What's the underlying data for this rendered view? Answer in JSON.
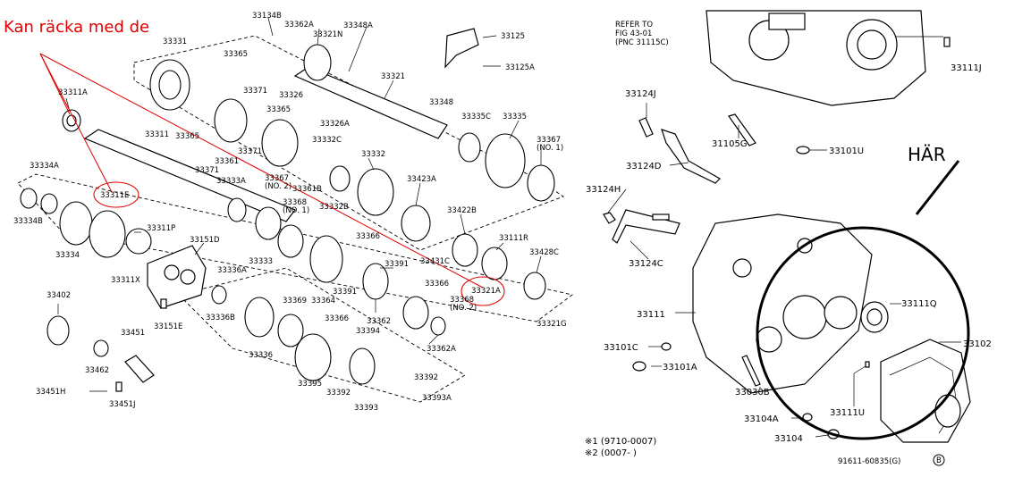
{
  "annotation": {
    "note_text": "Kan räcka med de",
    "har_text": "HÄR"
  },
  "refer": {
    "line1": "REFER TO",
    "line2": "FIG 43-01",
    "line3": "(PNC 31115C)"
  },
  "footnotes": {
    "fn1": "※1 (9710-0007)",
    "fn2": "※2 (0007-      )",
    "code": "91611-60835(G)",
    "mark": "B"
  },
  "left_labels": {
    "l33134B": "33134B",
    "l33362A": "33362A",
    "l33321N": "33321N",
    "l33348A": "33348A",
    "l33331": "33331",
    "l33365a": "33365",
    "l33371a": "33371",
    "l33326": "33326",
    "l33321": "33321",
    "l33125": "33125",
    "l33125A": "33125A",
    "l33311A": "33311A",
    "l33365b": "33365",
    "l33326A": "33326A",
    "l33348": "33348",
    "l33335C": "33335C",
    "l33335": "33335",
    "l33311": "33311",
    "l33365c": "33365",
    "l33361": "33361",
    "l33371b": "33371",
    "l33332C": "33332C",
    "l33367a": "33367",
    "l33367a_n": "(NO. 1)",
    "l33371c": "33371",
    "l33333A": "33333A",
    "l33367b": "33367",
    "l33367b_n": "(NO. 2)",
    "l33361B": "33361B",
    "l33332": "33332",
    "l33423A": "33423A",
    "l33334A": "33334A",
    "l33311E": "33311E",
    "l33332B": "33332B",
    "l33368a": "33368",
    "l33368a_n": "(NO. 1)",
    "l33422B": "33422B",
    "l33334B": "33334B",
    "l33311P": "33311P",
    "l33151D": "33151D",
    "l33366a": "33366",
    "l33111R": "33111R",
    "l33334": "33334",
    "l33333": "33333",
    "l33391a": "33391",
    "l33431C": "33431C",
    "l33428C": "33428C",
    "l33311X": "33311X",
    "l33336A": "33336A",
    "l33366b": "33366",
    "l33321A": "33321A",
    "l33391b": "33391",
    "l33368b": "33368",
    "l33368b_n": "(NO. 2)",
    "l33402": "33402",
    "l33369": "33369",
    "l33364": "33364",
    "l33362": "33362",
    "l33321G": "33321G",
    "l33151E": "33151E",
    "l33336B": "33336B",
    "l33366c": "33366",
    "l33394": "33394",
    "l33362A2": "33362A",
    "l33451": "33451",
    "l33336": "33336",
    "l33462": "33462",
    "l33395": "33395",
    "l33392a": "33392",
    "l33392b": "33392",
    "l33451H": "33451H",
    "l33451J": "33451J",
    "l33393": "33393",
    "l33393A": "33393A"
  },
  "right_labels": {
    "r33111J": "33111J",
    "r33124J": "33124J",
    "r31105G": "31105G",
    "r33101U": "33101U",
    "r33124D": "33124D",
    "r33124H": "33124H",
    "r33124C": "33124C",
    "r33111": "33111",
    "r33111Q": "33111Q",
    "r33102": "33102",
    "r33101C": "33101C",
    "r33101A": "33101A",
    "r33030B": "33030B",
    "r33111U": "33111U",
    "r33104A": "33104A",
    "r33104": "33104"
  }
}
